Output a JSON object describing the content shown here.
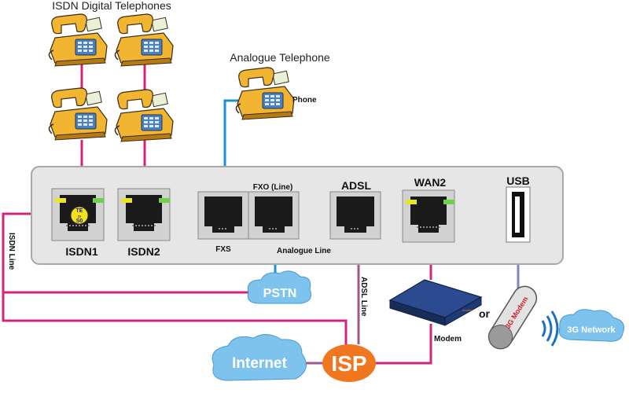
{
  "labels": {
    "isdn_telephones": "ISDN Digital Telephones",
    "analogue_telephone": "Analogue Telephone",
    "phone": "Phone",
    "fxo_line": "FXO (Line)",
    "adsl": "ADSL",
    "wan2": "WAN2",
    "usb": "USB",
    "isdn1": "ISDN1",
    "isdn2": "ISDN2",
    "fxs": "FXS",
    "analogue_line": "Analogue Line",
    "isdn_line": "ISDN Line",
    "adsl_line": "ADSL Line",
    "modem": "Modem",
    "or": "or",
    "three_g_modem": "3G Modem",
    "te_badge_top": "TE",
    "te_badge_mid": "or",
    "te_badge_bottom": "S0"
  },
  "clouds": {
    "pstn": "PSTN",
    "internet": "Internet",
    "isp": "ISP",
    "three_g_network": "3G Network"
  },
  "colors": {
    "isdn_wire": "#d0257e",
    "analogue_wire": "#1f8fd6",
    "adsl_wire": "#9a5a8c",
    "usb_wire": "#7a86c8",
    "cloud_blue": "#7ec2ee",
    "isp_orange": "#f0761f",
    "panel_grey": "#e6e6e6"
  }
}
